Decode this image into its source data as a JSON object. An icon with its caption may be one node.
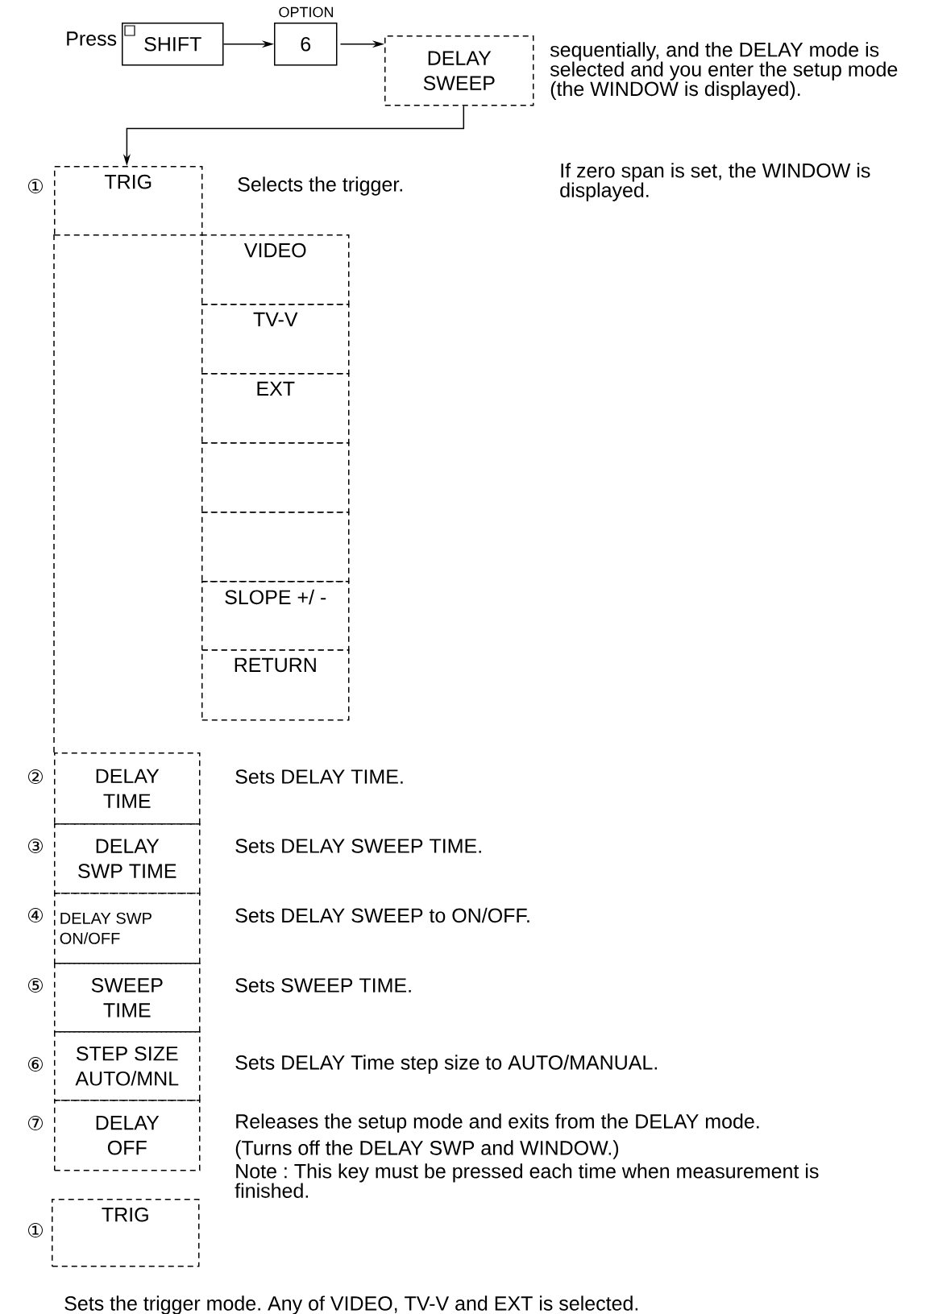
{
  "diagram": {
    "nodes": [
      {
        "text": [
          "SHIFT"
        ],
        "beside": [
          "Press"
        ]
      },
      {
        "text": [
          "6"
        ],
        "beside": [
          "OPTION"
        ]
      },
      {
        "text": [
          "DELAY SWEEP"
        ]
      },
      {
        "text": [
          "TRIG"
        ],
        "beside": [
          "①",
          "Selects the trigger."
        ]
      },
      {
        "text": [
          "VIDEO"
        ]
      },
      {
        "text": [
          "TV-V"
        ]
      },
      {
        "text": [
          "EXT"
        ]
      },
      {
        "text": [],
        "shape": "box"
      },
      {
        "text": [],
        "shape": "box"
      },
      {
        "text": [
          "SLOPE +/ -"
        ]
      },
      {
        "text": [
          "RETURN"
        ]
      },
      {
        "text": [
          "DELAY TIME"
        ],
        "beside": [
          "②",
          "Sets DELAY TIME."
        ]
      },
      {
        "text": [
          "DELAY SWP TIME"
        ],
        "beside": [
          "③",
          "Sets DELAY SWEEP TIME."
        ]
      },
      {
        "text": [
          "DELAY SWP ON/OFF"
        ],
        "beside": [
          "④",
          "Sets DELAY SWEEP to ON/OFF."
        ]
      },
      {
        "text": [
          "SWEEP TIME"
        ],
        "beside": [
          "⑤",
          "Sets SWEEP TIME."
        ]
      },
      {
        "text": [
          "STEP SIZE AUTO/MNL"
        ],
        "beside": [
          "⑥",
          "Sets DELAY Time step size to AUTO/MANUAL."
        ]
      },
      {
        "text": [
          "DELAY OFF"
        ],
        "beside": [
          "⑦",
          "Releases the setup mode and exits from the DELAY mode.",
          "(Turns off the DELAY SWP and WINDOW.)",
          "Note : This key must be pressed each time when measurement is finished."
        ]
      },
      {
        "text": [
          "TRIG"
        ],
        "beside": [
          "①"
        ]
      }
    ],
    "edges": [
      {
        "from": 0,
        "to": 1,
        "arrow": "to"
      },
      {
        "from": 1,
        "to": 2,
        "arrow": "to"
      },
      {
        "from": 2,
        "to": 3,
        "arrow": "to"
      }
    ],
    "labels": [
      "sequentially, and the DELAY mode is selected and you enter the setup mode (the WINDOW is displayed).",
      "If zero span is set, the WINDOW is displayed.",
      "Sets the trigger mode. Any of VIDEO, TV-V and EXT is selected."
    ]
  }
}
